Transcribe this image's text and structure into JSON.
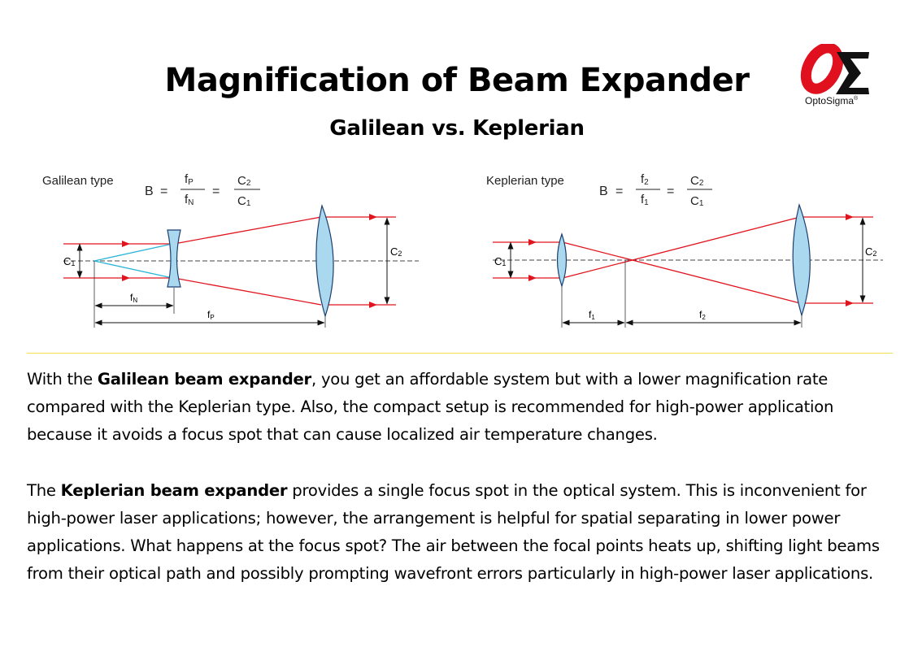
{
  "header": {
    "title": "Magnification of Beam Expander",
    "subtitle": "Galilean vs. Keplerian"
  },
  "logo": {
    "brand_text": "OptoSigma",
    "registered_mark": "®",
    "symbol_icon": "omega-sigma-logo-icon",
    "colors": {
      "red": "#e0101e",
      "black": "#111111"
    }
  },
  "diagrams": {
    "galilean": {
      "type_label": "Galilean type",
      "formula": {
        "lhs": "B",
        "f_num": "fP",
        "f_den": "fN",
        "c_num": "C2",
        "c_den": "C1"
      },
      "labels": {
        "c_input": "C1",
        "c_output": "C2",
        "focal_neg": "fN",
        "focal_pos": "fP"
      }
    },
    "keplerian": {
      "type_label": "Keplerian type",
      "formula": {
        "lhs": "B",
        "f_num": "f2",
        "f_den": "f1",
        "c_num": "C2",
        "c_den": "C1"
      },
      "labels": {
        "c_input": "C1",
        "c_output": "C2",
        "focal_1": "f1",
        "focal_2": "f2"
      }
    },
    "colors": {
      "beam": "#e0141e",
      "diverging_beam": "#2ab5d6",
      "lens_fill": "#a9d8ef",
      "lens_stroke": "#1d3f70"
    }
  },
  "text": {
    "p1": {
      "before": "With the ",
      "bold": "Galilean beam expander",
      "after": ", you get an affordable system but with a lower magnification rate compared with the Keplerian type. Also, the compact setup is recommended for high-power application because it avoids a focus spot that can cause localized air temperature changes."
    },
    "p2": {
      "before": "The ",
      "bold": "Keplerian beam expander",
      "after": " provides a single focus spot in the optical system. This is inconvenient for high-power laser applications; however, the arrangement is helpful for spatial separating in lower power applications. What happens at the focus spot? The air between the focal points heats up, shifting light beams from their optical path and possibly prompting wavefront errors particularly in high-power laser applications."
    }
  }
}
